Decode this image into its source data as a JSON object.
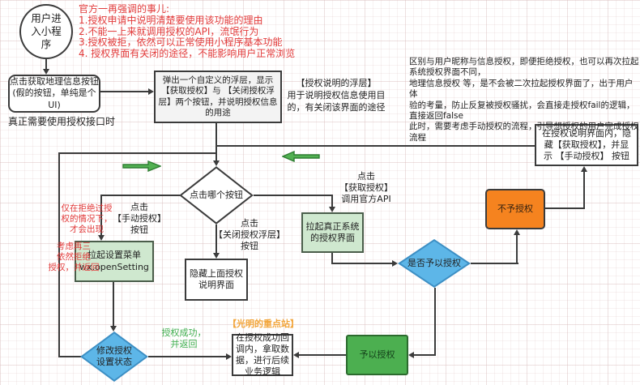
{
  "colors": {
    "line": "#3b3b3b",
    "red": "#e23b3b",
    "green_text": "#3fae4e",
    "orange_text": "#f2a53a",
    "light_green": "#cfe8cf",
    "solid_green": "#4caf50",
    "blue": "#5db6e8",
    "orange": "#f5831f",
    "popup_gray": "#f3f3f3",
    "green_arrow": "#52b152"
  },
  "nodes": {
    "start": "用户进\n入小程\n序",
    "fake_button": "点击获取地理信息按钮\n(假的按钮，单纯是个\nUI)",
    "popup": "弹出一个自定义的浮层，显示\n【获取授权】与 【关闭授权浮\n层】两个按钮，并说明授权信息\n的用途",
    "manual_panel": "在授权说明界面内，隐\n藏【获取授权】，并显\n示 【手动授权】 按钮",
    "which_button": "点击哪个按钮",
    "open_setting": "拉起设置菜单\nwx.openSetting",
    "modify_setting": "修改授权\n设置状态",
    "hide_overlay": "隐藏上面授权\n说明界面",
    "real_auth": "拉起真正系统\n的授权界面",
    "grant_decision": "是否予以授权",
    "deny": "不予授权",
    "grant": "予以授权",
    "success_callback": "在授权成功回\n调内，拿取数\n据，进行后续\n业务逻辑"
  },
  "labels": {
    "official_notes": "官方一再强调的事儿:\n1.授权申请中说明清楚要使用该功能的理由\n2.不能一上来就调用授权的API，流氓行为\n3.授权被拒，依然可以正常使用小程序基本功能\n4. 授权界面有关闭的途径，不能影响用户正常浏览",
    "real_need": "真正需要使用授权接口时",
    "overlay_note": "【授权说明的浮层】\n用于说明授权信息使用目\n的，有关闭该界面的途径",
    "geo_note": "区别与用户昵称与信息授权，即便拒绝授权，也可以再次拉起\n系统授权界面不同，\n地理信息授权 等，是不会被二次拉起授权界面了，出于用户体\n验的考量，防止反复被授权骚扰，会直接走授权fail的逻辑，\n直接返回false\n此时，需要考虑手动授权的流程，引导想授权的用户完成授权\n流程",
    "only_if_denied": "仅在拒绝过授\n权的情况下，\n才会出现",
    "click_manual": "点击\n【手动授权】\n按钮",
    "reconsider": "考虑再三\n依然拒绝\n授权，并返回",
    "success_return": "授权成功，\n并返回",
    "highlight": "【光明的重点站】",
    "click_close": "点击\n【关闭授权浮层】\n按钮",
    "click_get": "点击\n【获取授权】\n调用官方API"
  }
}
